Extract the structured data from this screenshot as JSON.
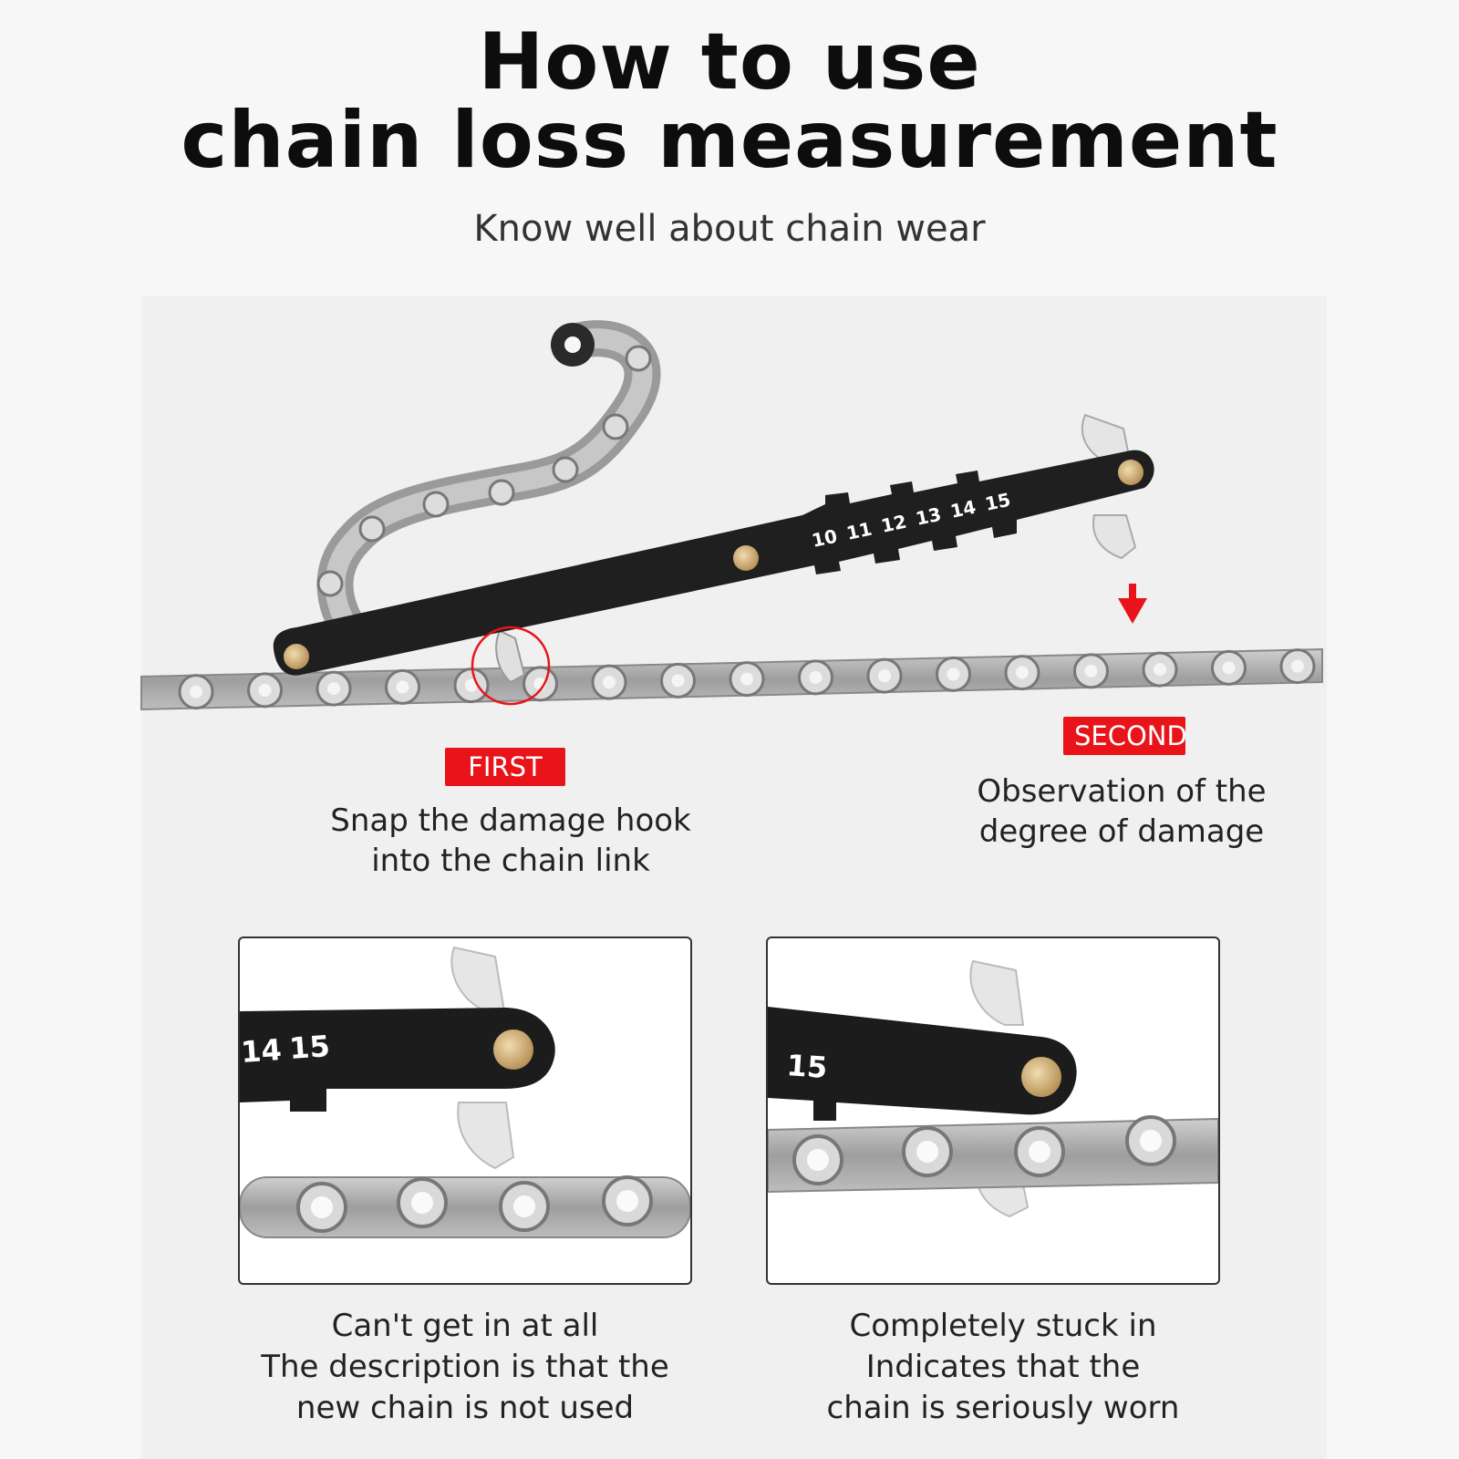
{
  "header": {
    "title_line1": "How to use",
    "title_line2": "chain loss measurement",
    "subtitle": "Know well about chain wear"
  },
  "hero": {
    "scale_labels": [
      "10",
      "11",
      "12",
      "13",
      "14",
      "15"
    ],
    "arrow_color": "#e8141a",
    "highlight_circle_color": "#e8141a"
  },
  "steps": {
    "first": {
      "tag": "FIRST",
      "line1": "Snap the damage hook",
      "line2": "into the chain link"
    },
    "second": {
      "tag": "SECOND",
      "line1": "Observation of the",
      "line2": "degree of damage"
    }
  },
  "examples": {
    "left": {
      "scale_labels": [
        "14",
        "15"
      ],
      "line1": "Can't get in at all",
      "line2": "The description is that the",
      "line3": "new chain is not used"
    },
    "right": {
      "scale_labels": [
        "15"
      ],
      "line1": "Completely stuck in",
      "line2": "Indicates that the",
      "line3": "chain is seriously worn"
    }
  },
  "colors": {
    "accent": "#e8141a",
    "tool": "#1f1f1f",
    "chain": "#a9a9a9",
    "rivet": "#d4b37a"
  }
}
